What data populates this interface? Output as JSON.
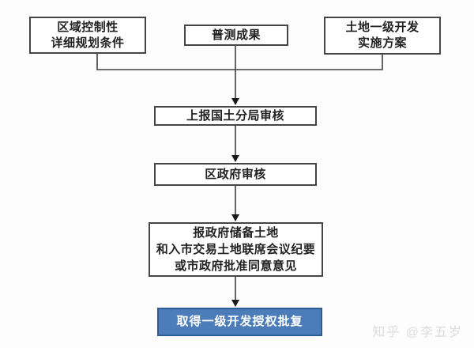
{
  "nodes": {
    "regional_planning": {
      "lines": [
        "区域控制性",
        "详细规划条件"
      ]
    },
    "survey_results": {
      "lines": [
        "普测成果"
      ]
    },
    "implementation_plan": {
      "lines": [
        "土地一级开发",
        "实施方案"
      ]
    },
    "report_land_bureau": {
      "lines": [
        "上报国土分局审核"
      ]
    },
    "district_government_review": {
      "lines": [
        "区政府审核"
      ]
    },
    "joint_meeting_minutes": {
      "lines": [
        "报政府储备土地",
        "和入市交易土地联席会议纪要",
        "或市政府批准同意意见"
      ]
    },
    "final_approval": {
      "lines": [
        "取得一级开发授权批复"
      ]
    }
  },
  "colors": {
    "background": "#fdfdfd",
    "box_fill": "#ffffff",
    "box_border": "#454545",
    "text": "#222222",
    "connector": "#3e3e3e",
    "arrowhead": "#1a1a1a",
    "final_fill": "#4c7db8",
    "final_border": "#2e5c94",
    "final_text": "#ffffff",
    "watermark_color": "#dcdcdc"
  },
  "watermark": "知乎 @李五岁"
}
